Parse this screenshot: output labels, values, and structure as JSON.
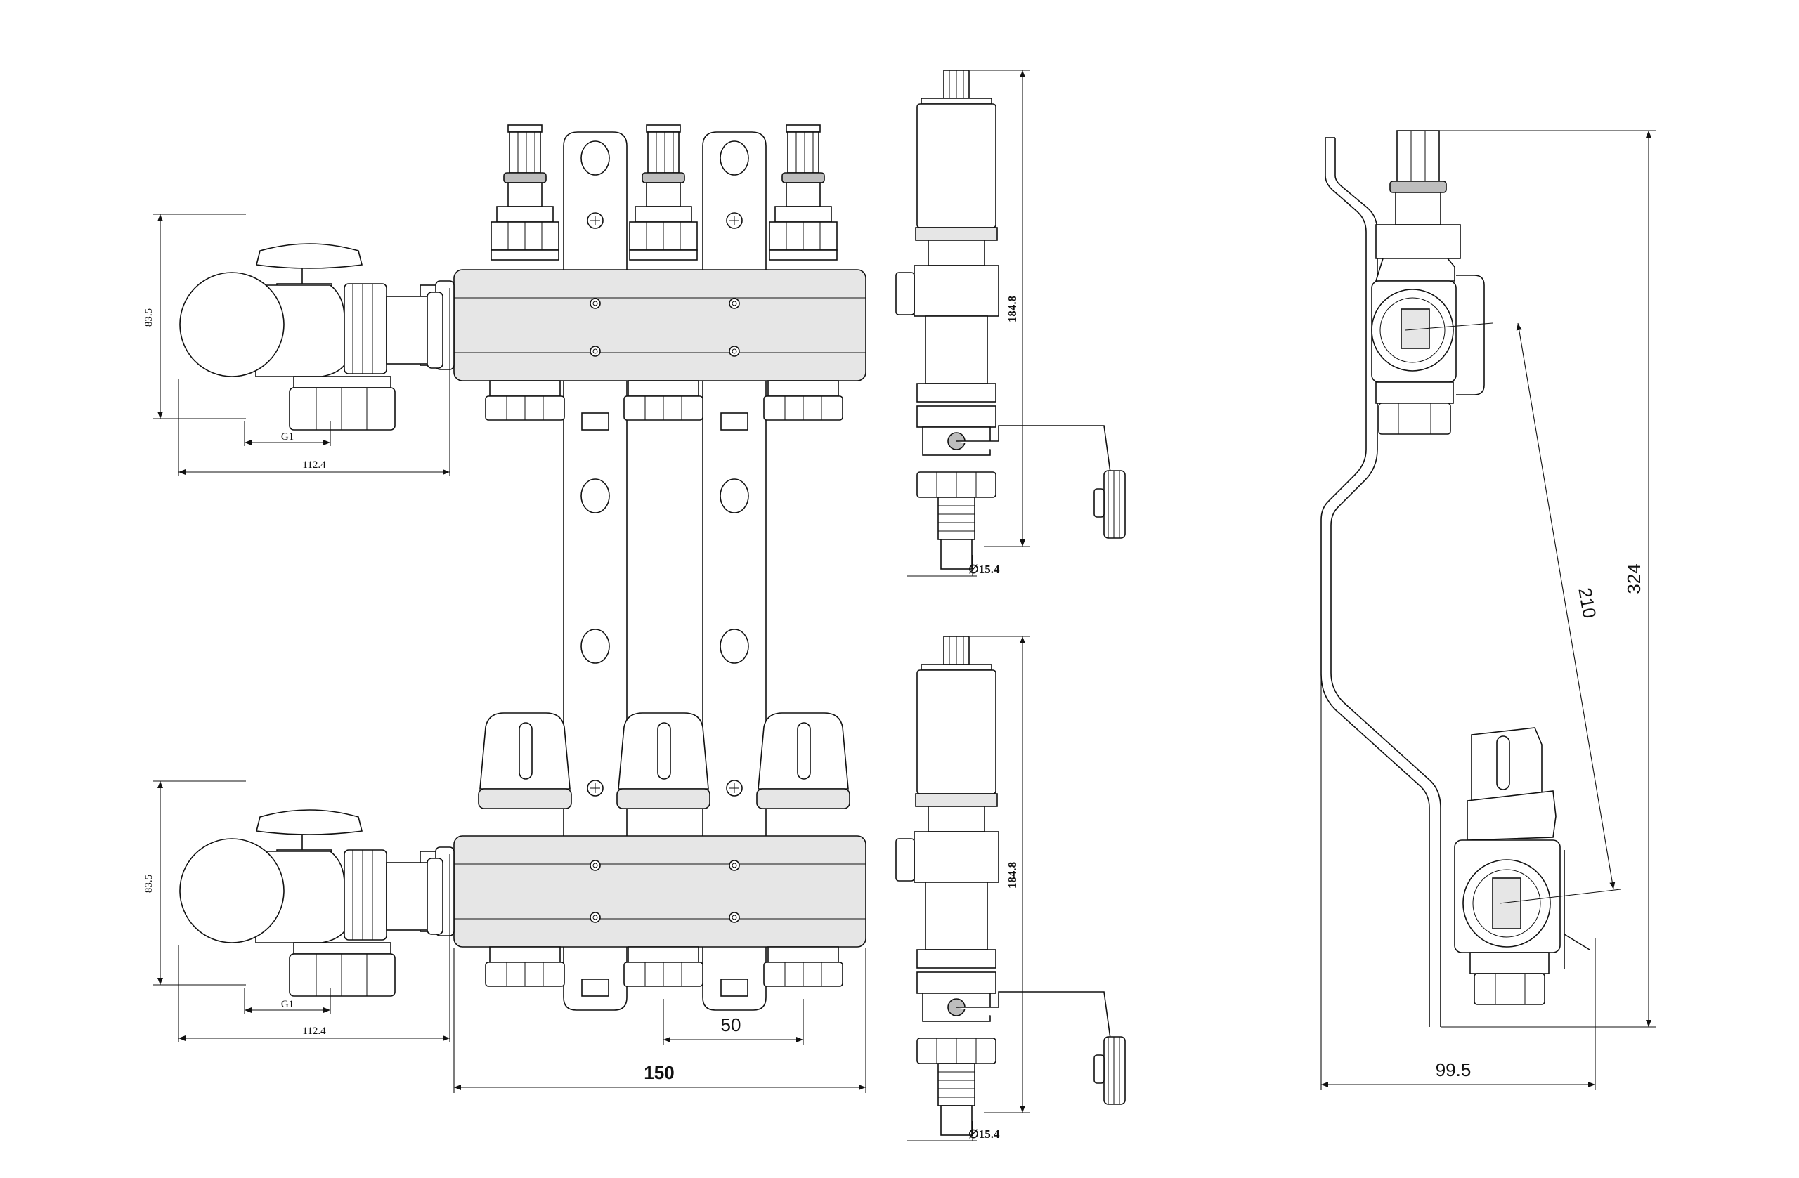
{
  "dimensions": {
    "top_valve_height": "83.5",
    "top_thread": "G1",
    "top_valve_width": "112.4",
    "top_vent_height": "184.8",
    "top_drain_diameter": "∅15.4",
    "bottom_valve_height": "83.5",
    "bottom_thread": "G1",
    "bottom_valve_width": "112.4",
    "bottom_vent_height": "184.8",
    "bottom_drain_diameter": "∅15.4",
    "outlet_pitch": "50",
    "manifold_width": "150",
    "side_depth": "99.5",
    "side_height": "324",
    "side_diagonal": "210"
  }
}
